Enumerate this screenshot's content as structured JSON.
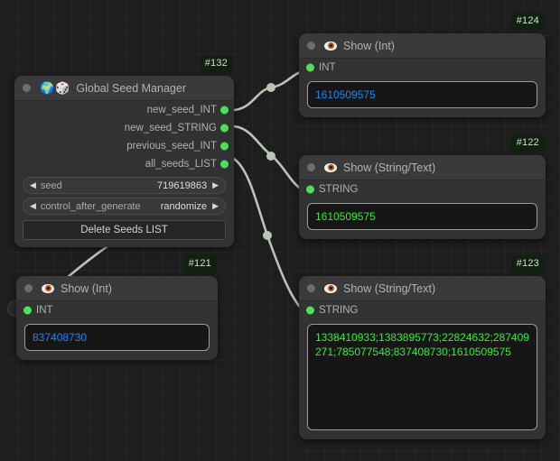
{
  "canvas": {
    "background_color": "#1e1e1e",
    "grid_color": "#2a2a2a",
    "link_color": "#b9c6b5",
    "port_color": "#4ce05a"
  },
  "nodes": [
    {
      "id_badge": "#132",
      "title": "Global Seed Manager",
      "icons": [
        "collapse-dot",
        "globe-icon",
        "dice-icon"
      ],
      "outputs": [
        {
          "label": "new_seed_INT"
        },
        {
          "label": "new_seed_STRING"
        },
        {
          "label": "previous_seed_INT"
        },
        {
          "label": "all_seeds_LIST"
        }
      ],
      "widgets": [
        {
          "type": "number",
          "name": "seed",
          "value": "719619863",
          "left_arrow": "◀",
          "right_arrow": "▶"
        },
        {
          "type": "combo",
          "name": "control_after_generate",
          "value": "randomize",
          "left_arrow": "◀",
          "right_arrow": "▶"
        },
        {
          "type": "button",
          "label": "Delete Seeds LIST"
        }
      ]
    },
    {
      "id_badge": "#124",
      "title": "Show (Int)",
      "icons": [
        "collapse-dot",
        "eye-icon"
      ],
      "inputs": [
        {
          "label": "INT"
        }
      ],
      "value": "1610509575",
      "value_type": "int",
      "value_color": "#1f86ef"
    },
    {
      "id_badge": "#122",
      "title": "Show (String/Text)",
      "icons": [
        "collapse-dot",
        "eye-icon"
      ],
      "inputs": [
        {
          "label": "STRING"
        }
      ],
      "value": "1610509575",
      "value_type": "string",
      "value_color": "#2ef02e"
    },
    {
      "id_badge": "#123",
      "title": "Show (String/Text)",
      "icons": [
        "collapse-dot",
        "eye-icon"
      ],
      "inputs": [
        {
          "label": "STRING"
        }
      ],
      "value": "1338410933;1383895773;22824632;287409271;785077548;837408730;1610509575",
      "value_type": "string",
      "value_color": "#2ef02e"
    },
    {
      "id_badge": "#121",
      "title": "Show (Int)",
      "icons": [
        "collapse-dot",
        "eye-icon"
      ],
      "inputs": [
        {
          "label": "INT"
        }
      ],
      "value": "837408730",
      "value_type": "int",
      "value_color": "#1f86ef"
    }
  ],
  "glyphs": {
    "globe": "🌍",
    "dice": "🎲",
    "left_arrow": "◀",
    "right_arrow": "▶"
  }
}
